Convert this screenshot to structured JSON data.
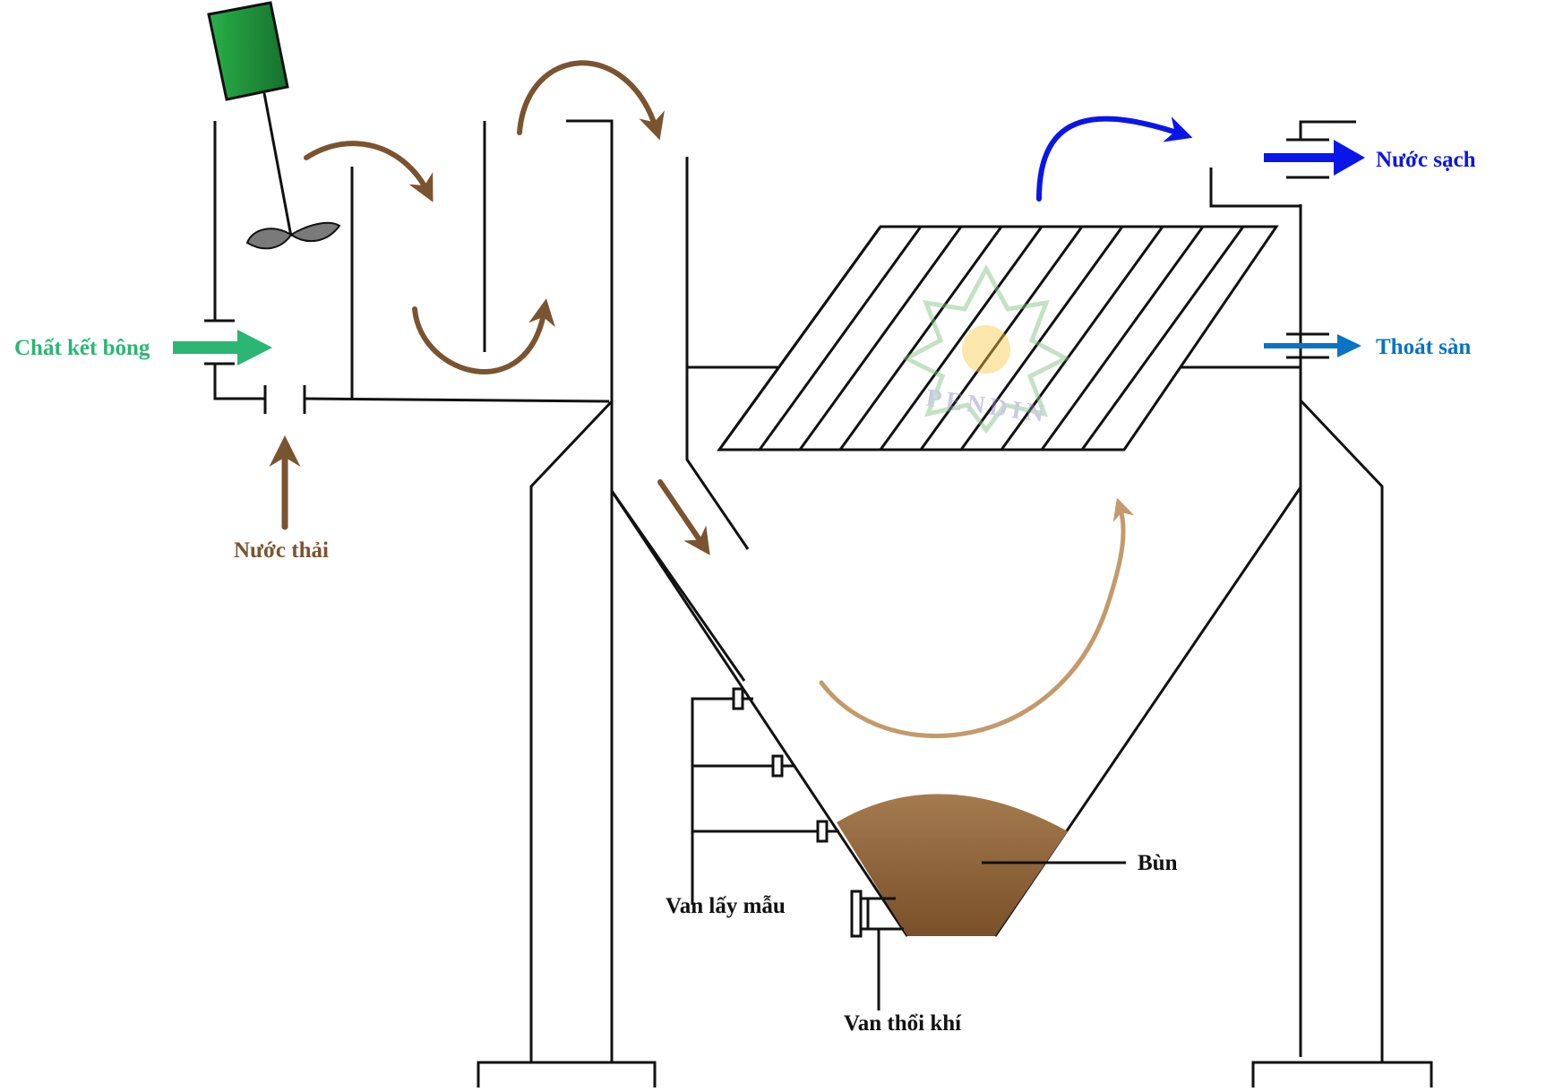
{
  "labels": {
    "flocculant": "Chất kết bông",
    "wastewater": "Nước thải",
    "clean_water": "Nước sạch",
    "floor_drain": "Thoát sàn",
    "sludge": "Bùn",
    "sampling_valve": "Van lấy mẫu",
    "blowdown_valve": "Van thổi khí"
  },
  "watermark": {
    "text": "PENDIN"
  },
  "colors": {
    "line": "#111111",
    "flow_brown": "#7a5430",
    "flow_light_brown": "#c49a6c",
    "flocculant_green": "#2bb673",
    "clean_blue": "#0a16e8",
    "drain_blue": "#0a73c4",
    "motor_green": "#1f8f3a",
    "sludge_top": "#a47b4f",
    "sludge_bottom": "#7a5028"
  }
}
